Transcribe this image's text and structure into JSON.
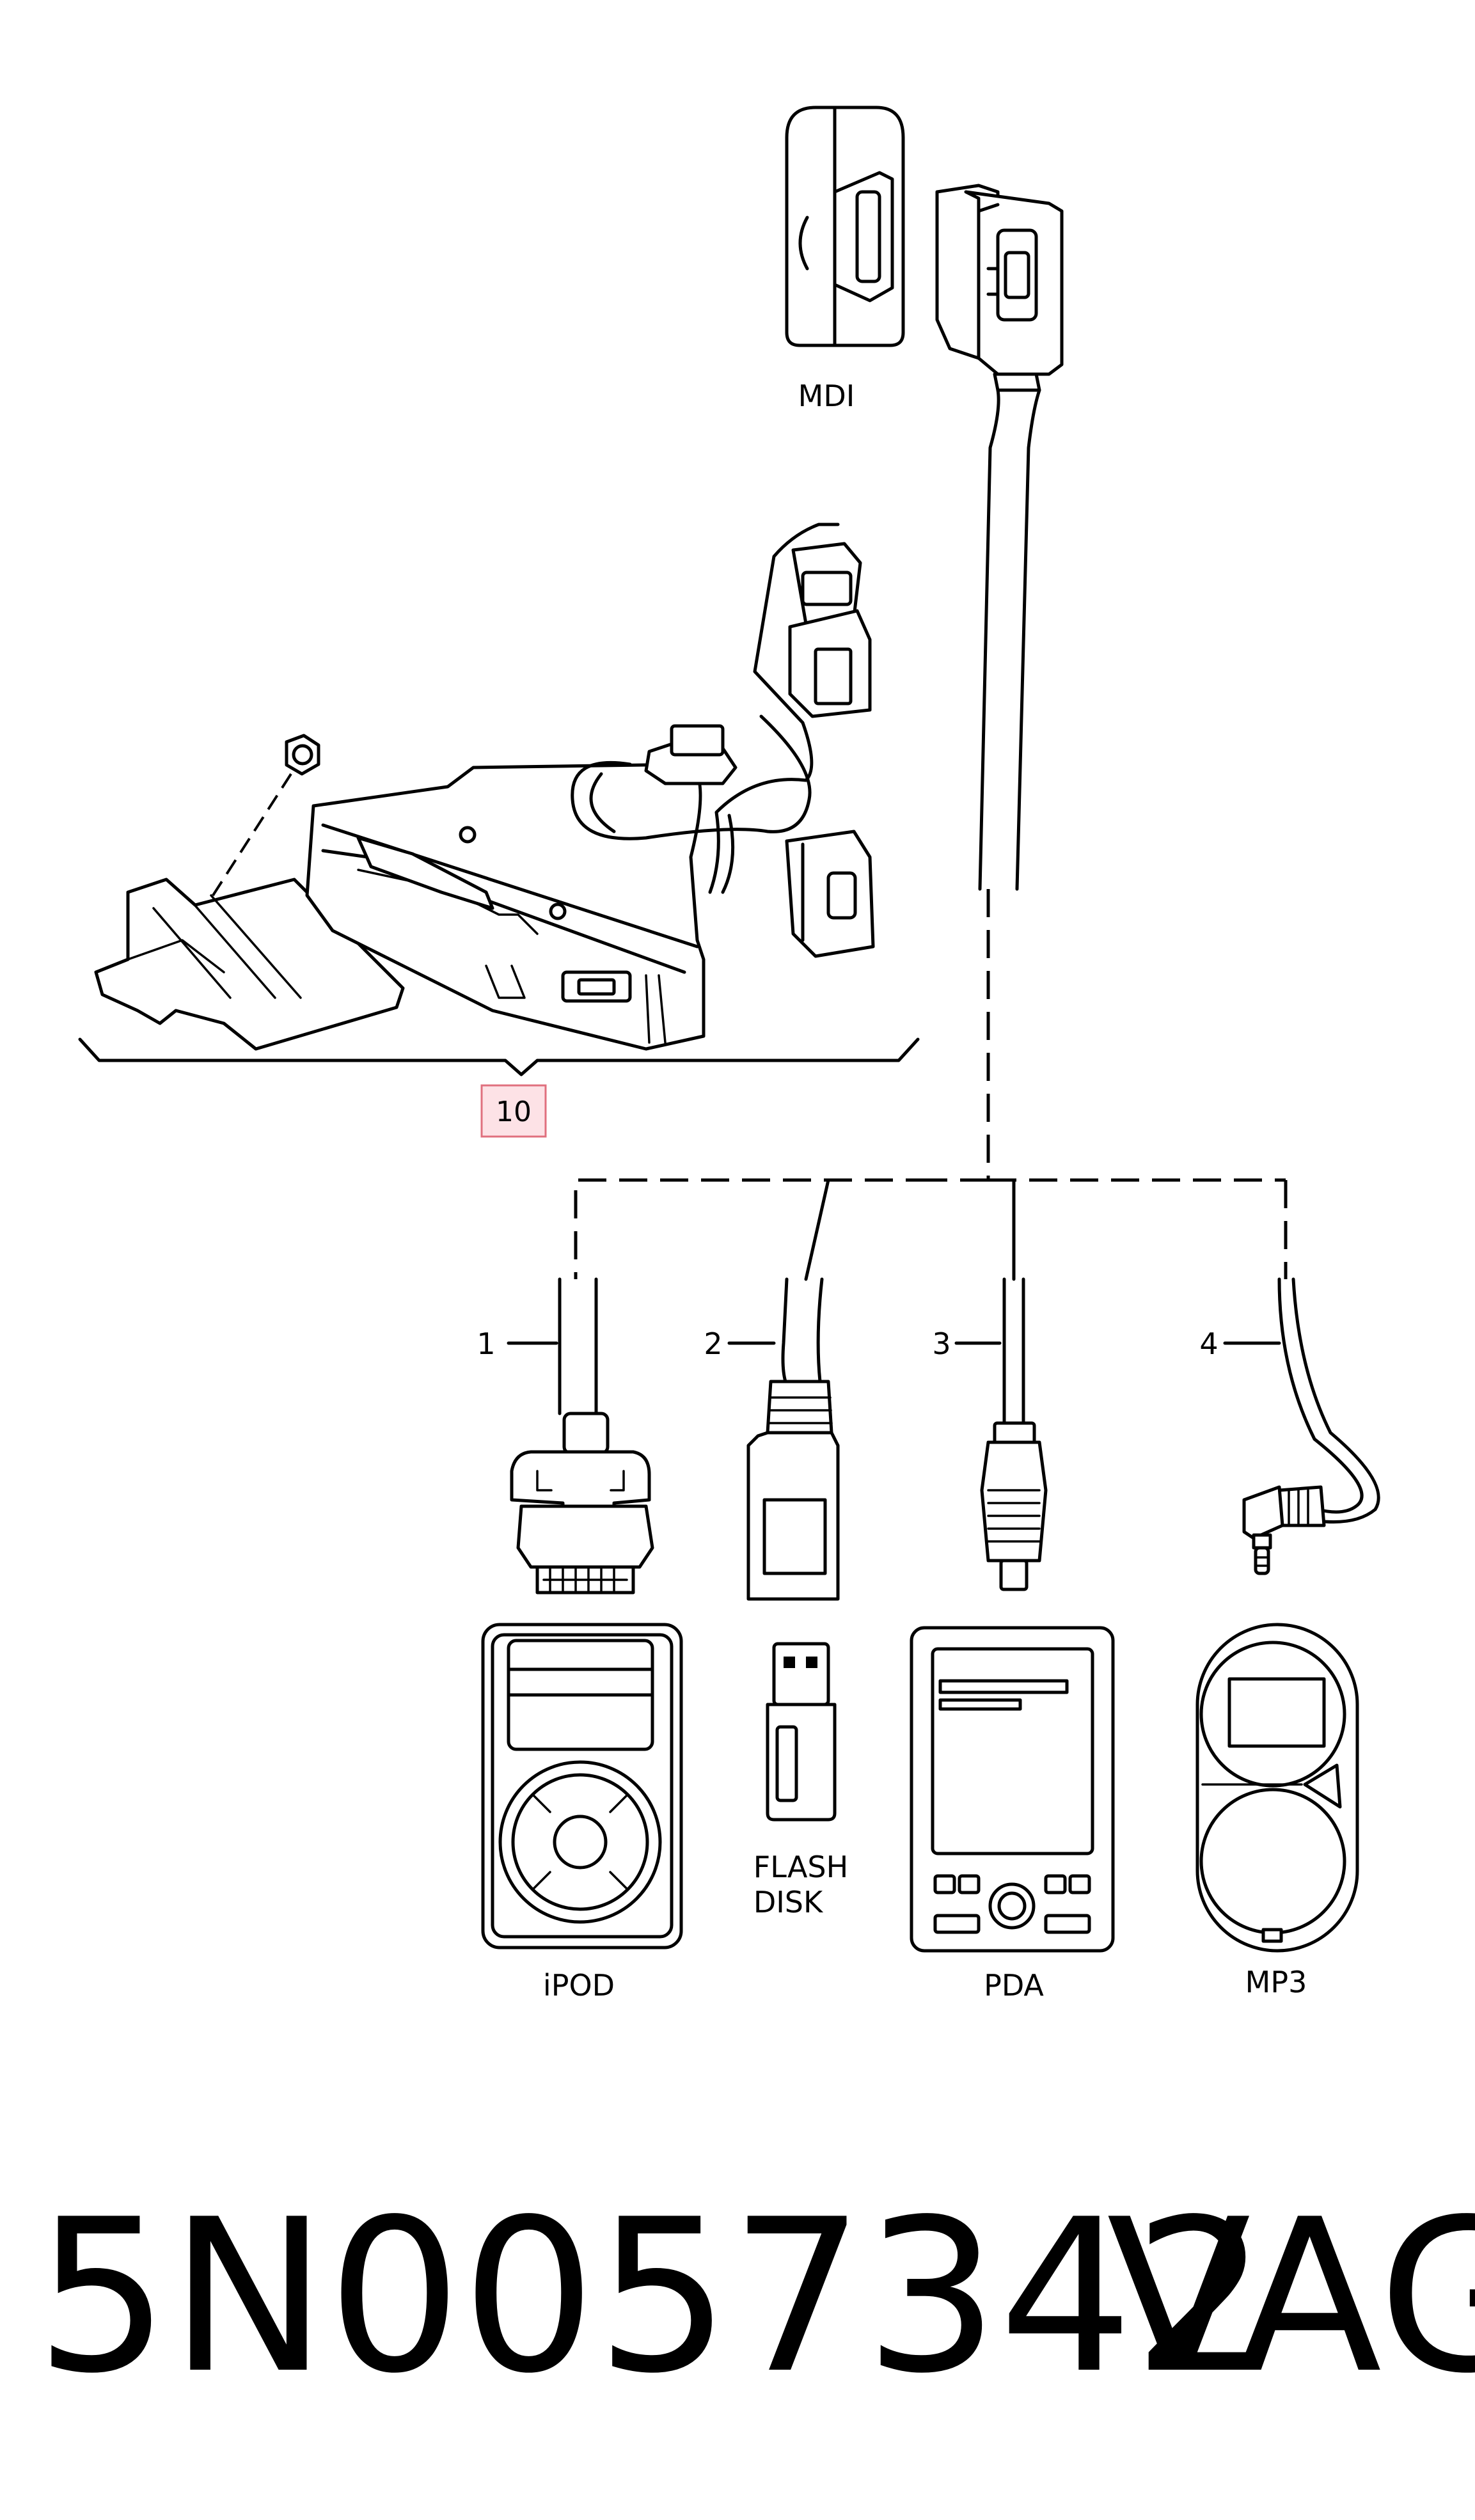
{
  "callout": {
    "part_number": "10"
  },
  "labels": {
    "mdi": "MDI",
    "ipod": "iPOD",
    "flash_disk_line1": "FLASH",
    "flash_disk_line2": "DISK",
    "pda": "PDA",
    "mp3": "MP3"
  },
  "cable_numbers": [
    "1",
    "2",
    "3",
    "4"
  ],
  "footer": {
    "part_code": "5N0057342",
    "brand": "VAG"
  }
}
